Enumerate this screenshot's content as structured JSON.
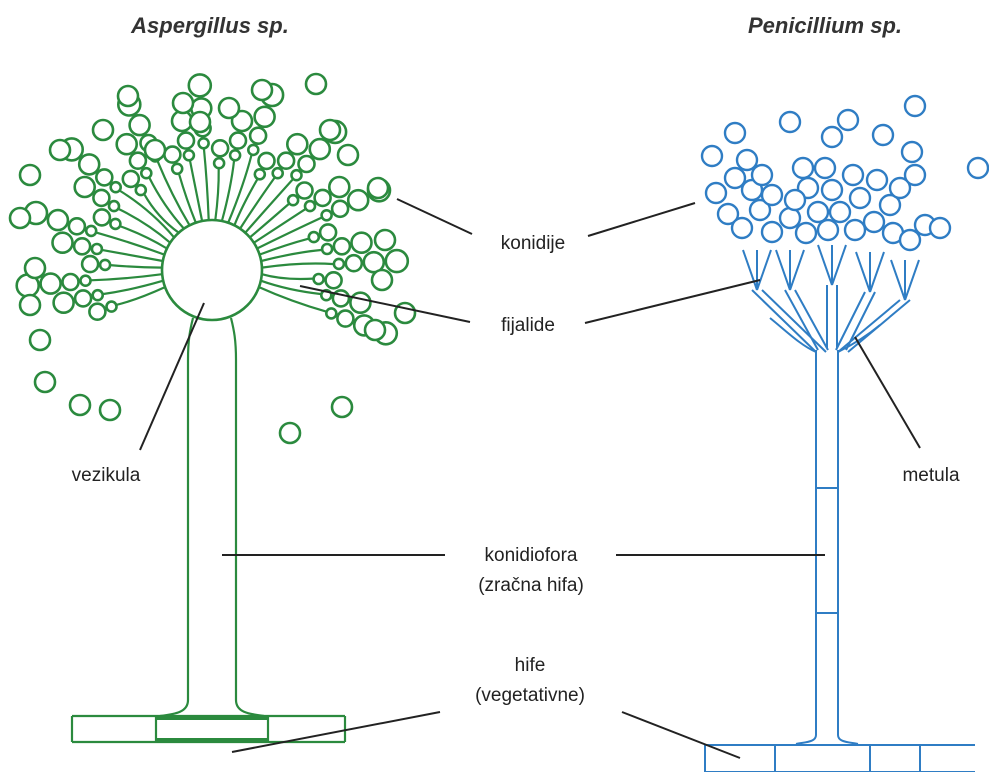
{
  "titles": {
    "left": "Aspergillus sp.",
    "right": "Penicillium sp."
  },
  "labels": {
    "konidije": "konidije",
    "fijalide": "fijalide",
    "vezikula": "vezikula",
    "metula": "metula",
    "konidiofora_line1": "konidiofora",
    "konidiofora_line2": "(zračna hifa)",
    "hife_line1": "hife",
    "hife_line2": "(vegetativne)"
  },
  "colors": {
    "aspergillus": "#2b8a3e",
    "penicillium": "#2f7dc4",
    "text": "#222222"
  }
}
